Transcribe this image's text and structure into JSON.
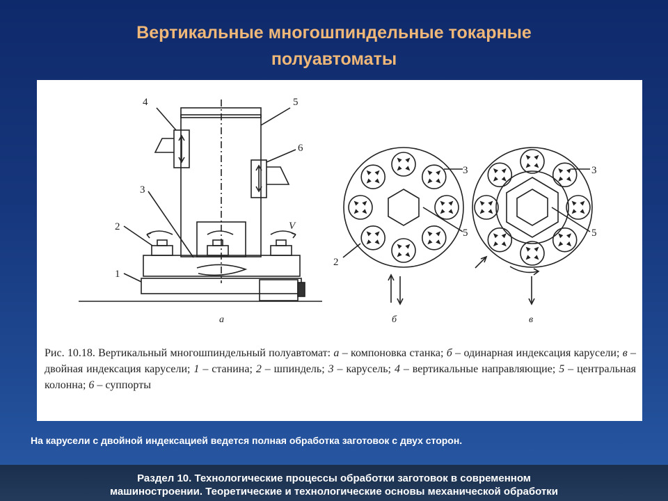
{
  "title": {
    "line1": "Вертикальные многошпиндельные токарные",
    "line2": "полуавтоматы"
  },
  "figure": {
    "part_labels": [
      "1",
      "2",
      "3",
      "4",
      "5",
      "6"
    ],
    "circle_b_labels": [
      "2",
      "3",
      "5"
    ],
    "circle_c_labels": [
      "3",
      "5"
    ],
    "velocity_label": "V",
    "sublabels": {
      "a": "а",
      "b": "б",
      "c": "в"
    },
    "caption": {
      "prefix": "Рис. 10.18. Вертикальный многошпиндельный полуавтомат: ",
      "a": "а",
      "t1": " – компоновка станка; ",
      "b": "б",
      "t2": " – одинарная индексация карусели; ",
      "c": "в",
      "t3": " – двойная индексация карусели; ",
      "n1": "1",
      "t4": " – станина; ",
      "n2": "2",
      "t5": " – шпиндель; ",
      "n3": "3",
      "t6": " – карусель; ",
      "n4": "4",
      "t7": " – вертикальные направляющие; ",
      "n5": "5",
      "t8": " – центральная колонна; ",
      "n6": "6",
      "t9": " – суппорты"
    }
  },
  "note": "На карусели с двойной индексацией ведется полная обработка заготовок с двух сторон.",
  "footer": {
    "line1": "Раздел 10. Технологические процессы обработки заготовок в современном",
    "line2": "машиностроении. Теоретические и технологические основы механической обработки"
  }
}
